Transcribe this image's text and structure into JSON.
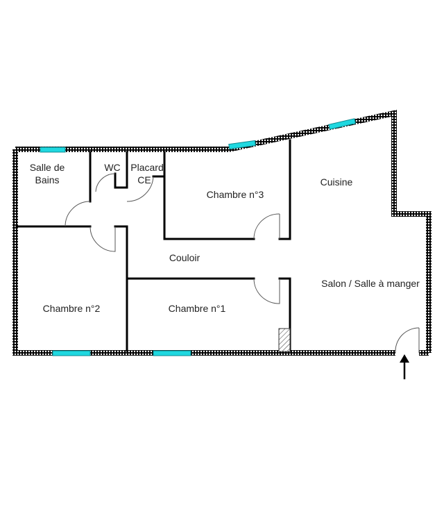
{
  "plan": {
    "type": "floor-plan",
    "rooms": [
      {
        "id": "salle-de-bains",
        "label_line1": "Salle de",
        "label_line2": "Bains"
      },
      {
        "id": "wc",
        "label": "WC"
      },
      {
        "id": "placard",
        "label_line1": "Placard",
        "label_line2": "CE"
      },
      {
        "id": "chambre-3",
        "label": "Chambre n°3"
      },
      {
        "id": "cuisine",
        "label": "Cuisine"
      },
      {
        "id": "couloir",
        "label": "Couloir"
      },
      {
        "id": "salon",
        "label": "Salon / Salle à manger"
      },
      {
        "id": "chambre-2",
        "label": "Chambre n°2"
      },
      {
        "id": "chambre-1",
        "label": "Chambre n°1"
      }
    ],
    "colors": {
      "wall": "#000000",
      "exterior_wall_fill": "#ffffff",
      "window": "#1fd8e0",
      "door_arc": "#555555",
      "text": "#222222"
    },
    "entrance_arrow": "arrow-up-icon"
  }
}
